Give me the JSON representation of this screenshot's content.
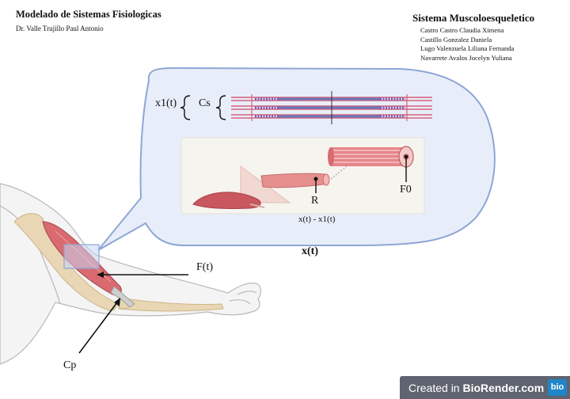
{
  "header": {
    "title": "Modelado de Sistemas Fisiologicas",
    "author": "Dr. Valle Trujillo Paul Antonio"
  },
  "team": {
    "title": "Sistema Muscoloesqueletico",
    "members": [
      "Castro Castro Claudia  Ximena",
      "Castillo Gonzalez Daniela",
      "Lugo Valenzuela Liliana Fernanda",
      "Navarrete Avalos Jocelyn Yuliana"
    ]
  },
  "labels": {
    "x1": "x1(t)",
    "cs": "Cs",
    "r": "R",
    "f0": "F0",
    "diff": "x(t) - x1(t)",
    "xt": "x(t)",
    "ft": "F(t)",
    "cp": "Cp"
  },
  "badge": {
    "prefix": "Created in ",
    "brand": "BioRender.com",
    "logo": "bio"
  },
  "colors": {
    "bubble_fill": "#e8eef9",
    "bubble_stroke": "#8ea6d6",
    "muscle": "#d96a70",
    "badge_bg": "#5f6470",
    "badge_logo": "#1f86c9"
  }
}
